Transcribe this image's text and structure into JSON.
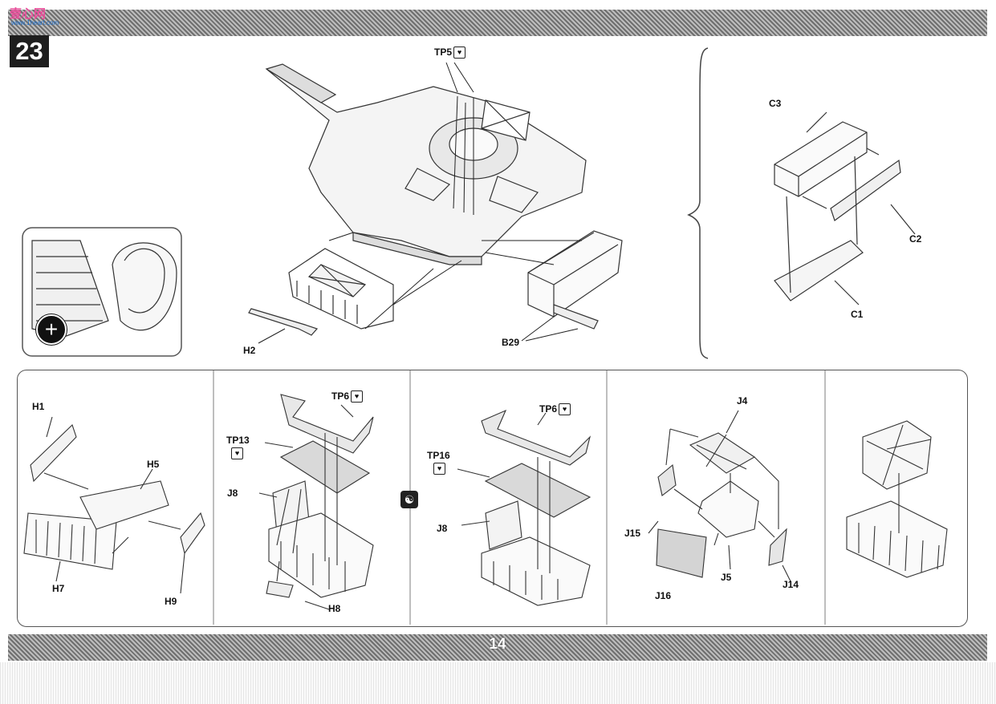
{
  "header": {
    "logo_text": "壹心网",
    "logo_sub": "www.1heart.com",
    "step_number": "23"
  },
  "footer": {
    "page_number": "14"
  },
  "main_assembly": {
    "labels": {
      "tp5": "TP5",
      "h2": "H2",
      "b29": "B29"
    }
  },
  "detail_inset": {
    "zoom_icon": "magnify-plus-icon"
  },
  "side_assembly": {
    "labels": {
      "c3": "C3",
      "c2": "C2",
      "c1": "C1"
    }
  },
  "sub_steps": {
    "panel1": {
      "h1": "H1",
      "h5": "H5",
      "h7": "H7",
      "h9": "H9"
    },
    "panel2": {
      "tp6": "TP6",
      "tp13": "TP13",
      "j8": "J8",
      "h8": "H8"
    },
    "panel3": {
      "tp6": "TP6",
      "tp16": "TP16",
      "j8": "J8"
    },
    "panel4": {
      "j4": "J4",
      "j15": "J15",
      "j16": "J16",
      "j5": "J5",
      "j14": "J14"
    }
  },
  "icons": {
    "glue": "glue-icon",
    "alternate": "alternate-option-icon"
  }
}
